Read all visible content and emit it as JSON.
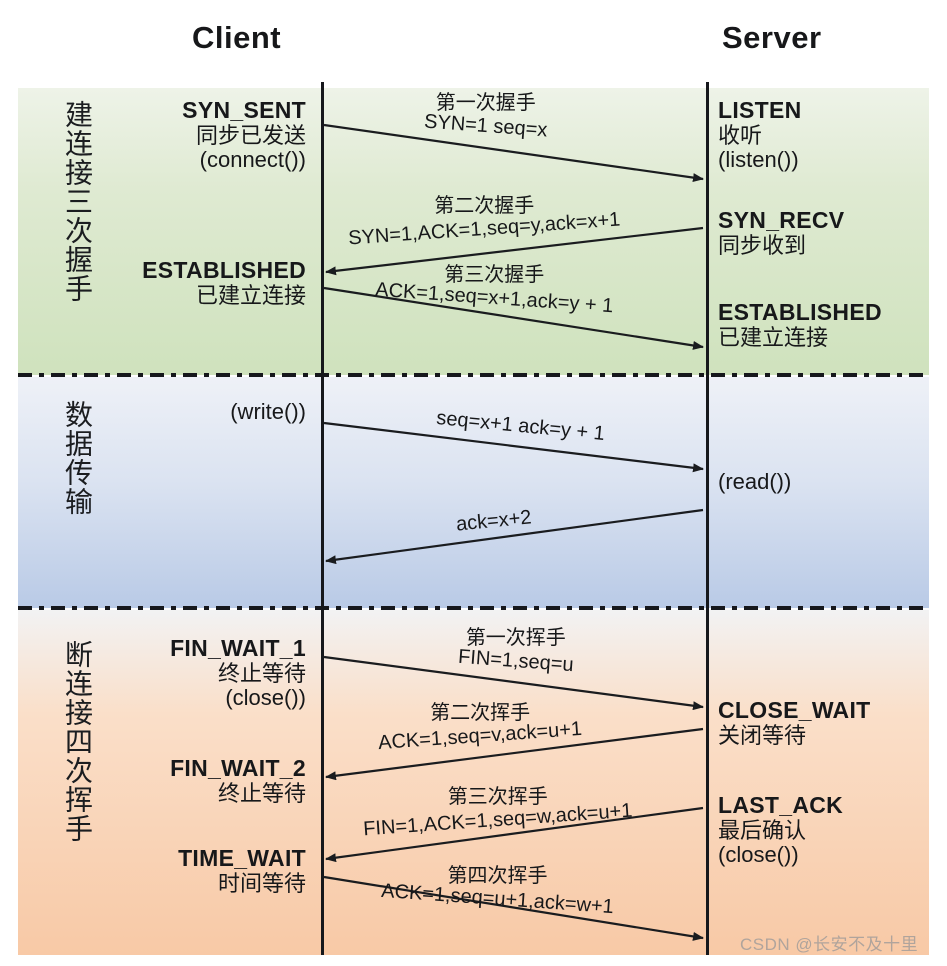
{
  "header": {
    "client_title": "Client",
    "server_title": "Server"
  },
  "phases": [
    {
      "id": "handshake",
      "label": "建连接三次握手",
      "color": "#cfe2bd"
    },
    {
      "id": "data",
      "label": "数据传输",
      "color": "#b9cae6"
    },
    {
      "id": "close",
      "label": "断连接四次挥手",
      "color": "#f8c9a6"
    }
  ],
  "client_states": {
    "syn_sent": {
      "code": "SYN_SENT",
      "cn": "同步已发送",
      "call": "(connect())"
    },
    "established": {
      "code": "ESTABLISHED",
      "cn": "已建立连接",
      "call": ""
    },
    "write": {
      "code": "",
      "cn": "",
      "call": "(write())"
    },
    "fin_wait_1": {
      "code": "FIN_WAIT_1",
      "cn": "终止等待",
      "call": "(close())"
    },
    "fin_wait_2": {
      "code": "FIN_WAIT_2",
      "cn": "终止等待",
      "call": ""
    },
    "time_wait": {
      "code": "TIME_WAIT",
      "cn": "时间等待",
      "call": ""
    }
  },
  "server_states": {
    "listen": {
      "code": "LISTEN",
      "cn": "收听",
      "call": "(listen())"
    },
    "syn_recv": {
      "code": "SYN_RECV",
      "cn": "同步收到",
      "call": ""
    },
    "established": {
      "code": "ESTABLISHED",
      "cn": "已建立连接",
      "call": ""
    },
    "read": {
      "code": "",
      "cn": "",
      "call": "(read())"
    },
    "close_wait": {
      "code": "CLOSE_WAIT",
      "cn": "关闭等待",
      "call": ""
    },
    "last_ack": {
      "code": "LAST_ACK",
      "cn": "最后确认",
      "call": "(close())"
    }
  },
  "messages": [
    {
      "id": "hs1",
      "phase": "handshake",
      "direction": "c2s",
      "title": "第一次握手",
      "flags": "SYN=1 seq=x"
    },
    {
      "id": "hs2",
      "phase": "handshake",
      "direction": "s2c",
      "title": "第二次握手",
      "flags": "SYN=1,ACK=1,seq=y,ack=x+1"
    },
    {
      "id": "hs3",
      "phase": "handshake",
      "direction": "c2s",
      "title": "第三次握手",
      "flags": "ACK=1,seq=x+1,ack=y + 1"
    },
    {
      "id": "dt1",
      "phase": "data",
      "direction": "c2s",
      "title": "",
      "flags": "seq=x+1 ack=y + 1"
    },
    {
      "id": "dt2",
      "phase": "data",
      "direction": "s2c",
      "title": "",
      "flags": "ack=x+2"
    },
    {
      "id": "cl1",
      "phase": "close",
      "direction": "c2s",
      "title": "第一次挥手",
      "flags": "FIN=1,seq=u"
    },
    {
      "id": "cl2",
      "phase": "close",
      "direction": "s2c",
      "title": "第二次挥手",
      "flags": "ACK=1,seq=v,ack=u+1"
    },
    {
      "id": "cl3",
      "phase": "close",
      "direction": "s2c",
      "title": "第三次挥手",
      "flags": "FIN=1,ACK=1,seq=w,ack=u+1"
    },
    {
      "id": "cl4",
      "phase": "close",
      "direction": "c2s",
      "title": "第四次挥手",
      "flags": "ACK=1,seq=u+1,ack=w+1"
    }
  ],
  "watermark": "CSDN @长安不及十里"
}
